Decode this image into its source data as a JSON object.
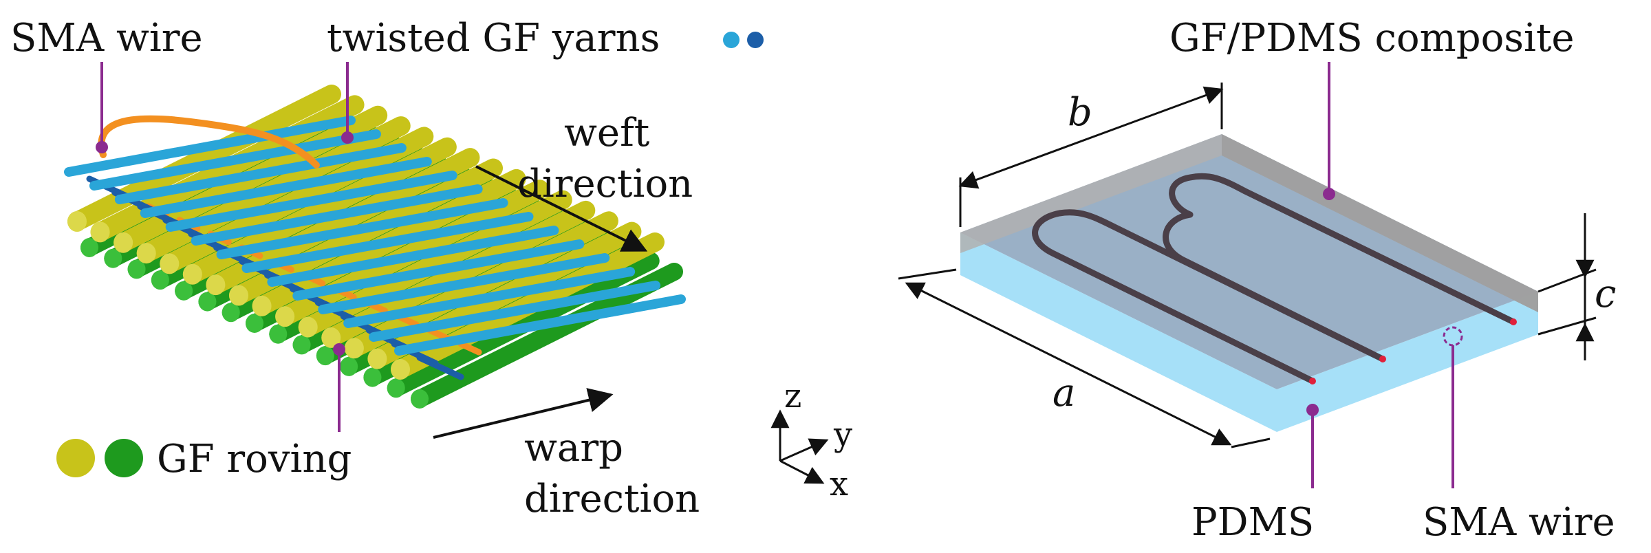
{
  "left_panel": {
    "sma_wire_label": "SMA wire",
    "twisted_yarns_label": "twisted GF yarns",
    "weft_label_line1": "weft",
    "weft_label_line2": "direction",
    "warp_label_line1": "warp",
    "warp_label_line2": "direction",
    "roving_label": "GF roving"
  },
  "axes": {
    "z": "z",
    "y": "y",
    "x": "x"
  },
  "right_panel": {
    "composite_label": "GF/PDMS composite",
    "dim_a": "a",
    "dim_b": "b",
    "dim_c": "c",
    "pdms_label": "PDMS",
    "sma_wire_label": "SMA wire"
  },
  "colors": {
    "weft_yarn": "#2aa5d8",
    "weft_yarn_dark": "#1c5ea8",
    "roving_yellow": "#c8c31a",
    "roving_green": "#1e9a1e",
    "sma_orange": "#f39020",
    "leader": "#8b2b8f",
    "pdms_side": "#a6e0f8",
    "composite_top": "#9ab0c6",
    "composite_grey": "#a8a8a8"
  }
}
